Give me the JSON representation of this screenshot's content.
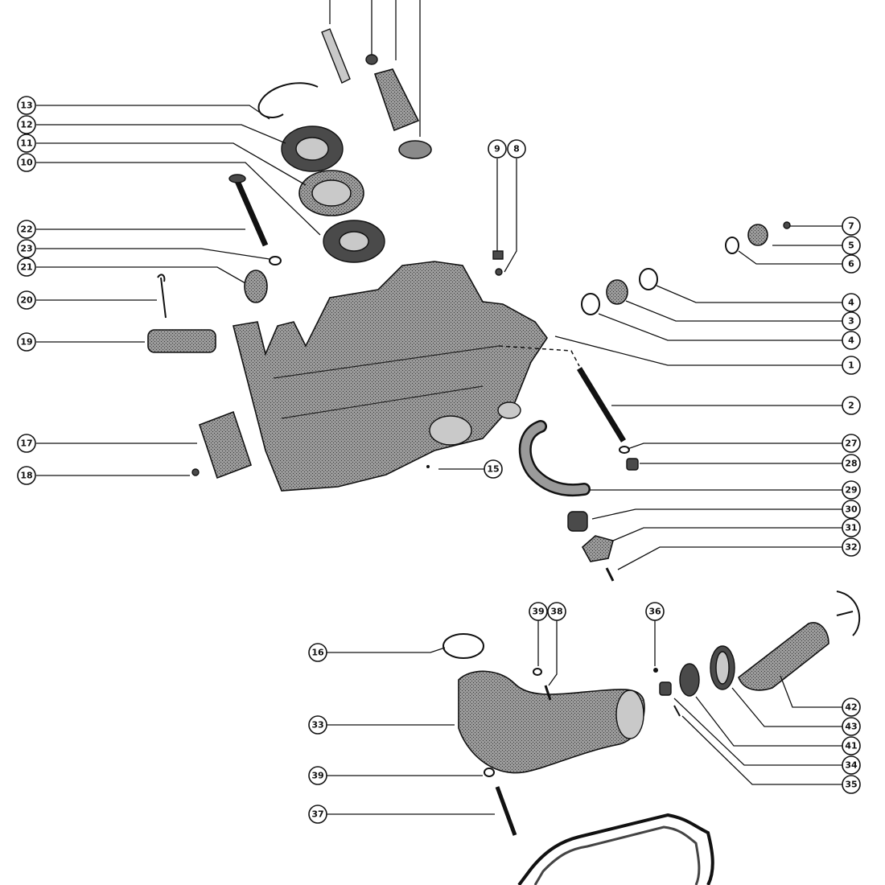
{
  "diagram": {
    "callouts": [
      {
        "id": "c13",
        "label": "13"
      },
      {
        "id": "c12",
        "label": "12"
      },
      {
        "id": "c11",
        "label": "11"
      },
      {
        "id": "c10",
        "label": "10"
      },
      {
        "id": "c22",
        "label": "22"
      },
      {
        "id": "c23",
        "label": "23"
      },
      {
        "id": "c21",
        "label": "21"
      },
      {
        "id": "c20",
        "label": "20"
      },
      {
        "id": "c19",
        "label": "19"
      },
      {
        "id": "c17",
        "label": "17"
      },
      {
        "id": "c18",
        "label": "18"
      },
      {
        "id": "c9",
        "label": "9"
      },
      {
        "id": "c8",
        "label": "8"
      },
      {
        "id": "c7",
        "label": "7"
      },
      {
        "id": "c5",
        "label": "5"
      },
      {
        "id": "c6",
        "label": "6"
      },
      {
        "id": "c4a",
        "label": "4"
      },
      {
        "id": "c3",
        "label": "3"
      },
      {
        "id": "c4b",
        "label": "4"
      },
      {
        "id": "c1",
        "label": "1"
      },
      {
        "id": "c2",
        "label": "2"
      },
      {
        "id": "c27",
        "label": "27"
      },
      {
        "id": "c28",
        "label": "28"
      },
      {
        "id": "c15",
        "label": "15"
      },
      {
        "id": "c29",
        "label": "29"
      },
      {
        "id": "c30",
        "label": "30"
      },
      {
        "id": "c31",
        "label": "31"
      },
      {
        "id": "c32",
        "label": "32"
      },
      {
        "id": "c39a",
        "label": "39"
      },
      {
        "id": "c38",
        "label": "38"
      },
      {
        "id": "c36",
        "label": "36"
      },
      {
        "id": "c16",
        "label": "16"
      },
      {
        "id": "c33",
        "label": "33"
      },
      {
        "id": "c39b",
        "label": "39"
      },
      {
        "id": "c37",
        "label": "37"
      },
      {
        "id": "c42",
        "label": "42"
      },
      {
        "id": "c43",
        "label": "43"
      },
      {
        "id": "c41",
        "label": "41"
      },
      {
        "id": "c34",
        "label": "34"
      },
      {
        "id": "c35",
        "label": "35"
      }
    ]
  }
}
